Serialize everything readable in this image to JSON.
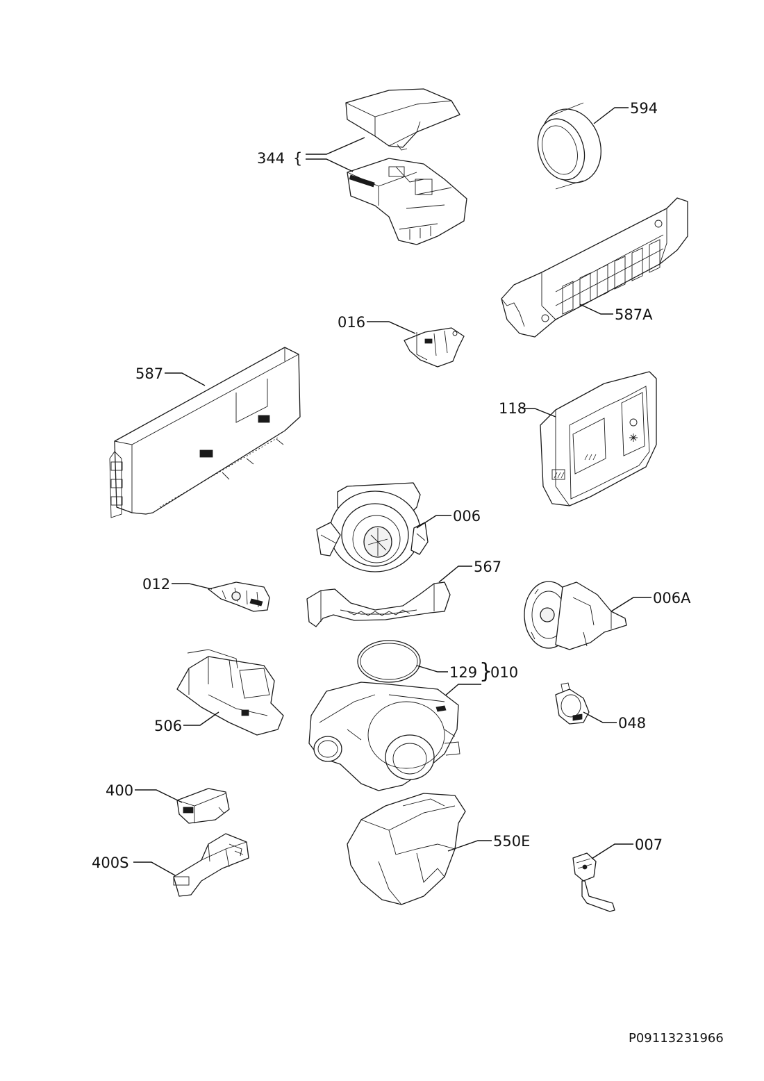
{
  "labels": {
    "p344": "344",
    "p594": "594",
    "p587A": "587A",
    "p016": "016",
    "p587": "587",
    "p118": "118",
    "p006": "006",
    "p567": "567",
    "p012": "012",
    "p006A": "006A",
    "p129": "129",
    "p010": "010",
    "p506": "506",
    "p048": "048",
    "p400": "400",
    "p550E": "550E",
    "p007": "007",
    "p400S": "400S"
  },
  "diagram_code": "P09113231966"
}
